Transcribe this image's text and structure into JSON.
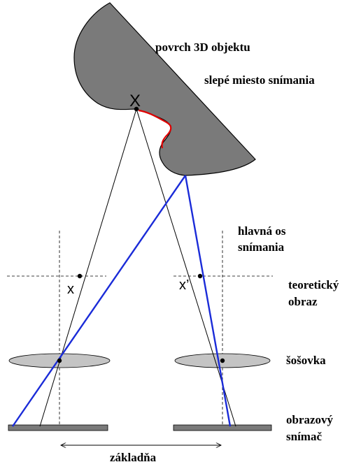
{
  "labels": {
    "surface": "povrch 3D objektu",
    "blind_spot": "slepé miesto snímania",
    "main_axis_line1": "hlavná os",
    "main_axis_line2": "snímania",
    "theoretical_line1": "teoretický",
    "theoretical_line2": "obraz",
    "lens": "šošovka",
    "sensor_line1": "obrazový",
    "sensor_line2": "snímač",
    "baseline": "základňa"
  },
  "points": {
    "object_point": "X",
    "left_image_point": "x",
    "right_image_point": "x’"
  },
  "colors": {
    "object_fill": "#7a7a7a",
    "lens_fill": "#c4c4c4",
    "sensor_fill": "#7a7a7a",
    "blind_spot": "#e00000",
    "occluded_ray": "#1a2bd8",
    "ray": "#000000"
  }
}
